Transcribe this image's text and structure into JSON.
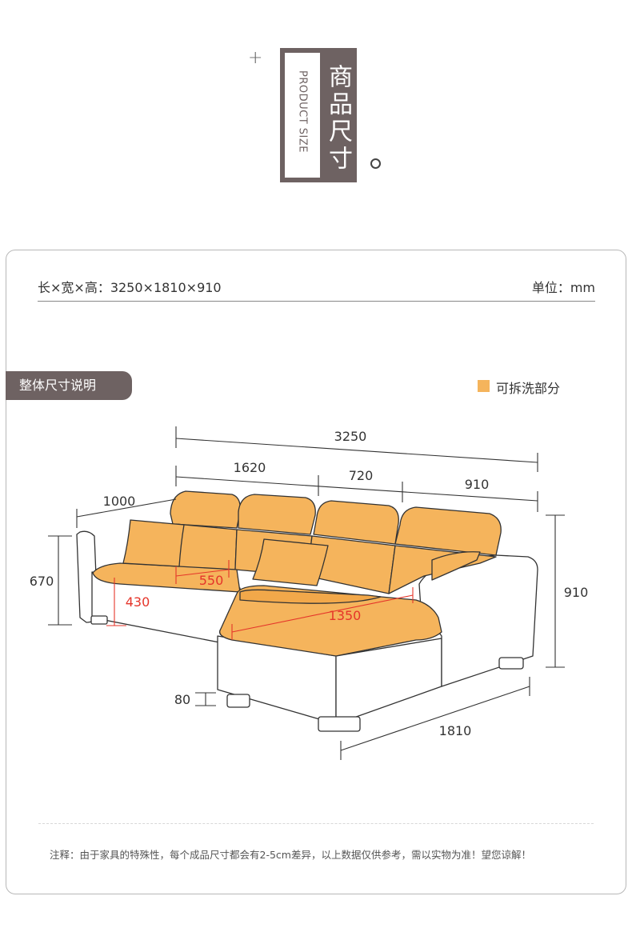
{
  "header": {
    "plus": "+",
    "title_cn": "商品尺寸",
    "title_en": "PRODUCT SIZE"
  },
  "card": {
    "dimensions": "长×宽×高：3250×1810×910",
    "unit": "单位：mm",
    "section_tag": "整体尺寸说明",
    "legend_label": "可拆洗部分",
    "note": "注释：由于家具的特殊性，每个成品尺寸都会有2-5cm差异，以上数据仅供参考，需以实物为准！望您谅解！"
  },
  "measurements": {
    "total_length": "3250",
    "seg_1": "1620",
    "seg_2": "720",
    "seg_3": "910",
    "depth": "1000",
    "arm_height": "670",
    "total_height": "910",
    "seat_height": "430",
    "seat_depth": "550",
    "chaise_length": "1350",
    "leg_height": "80",
    "chaise_width": "1810"
  },
  "colors": {
    "accent": "#6e6262",
    "removable": "#f5b45c",
    "measure_red": "#e5352a"
  }
}
